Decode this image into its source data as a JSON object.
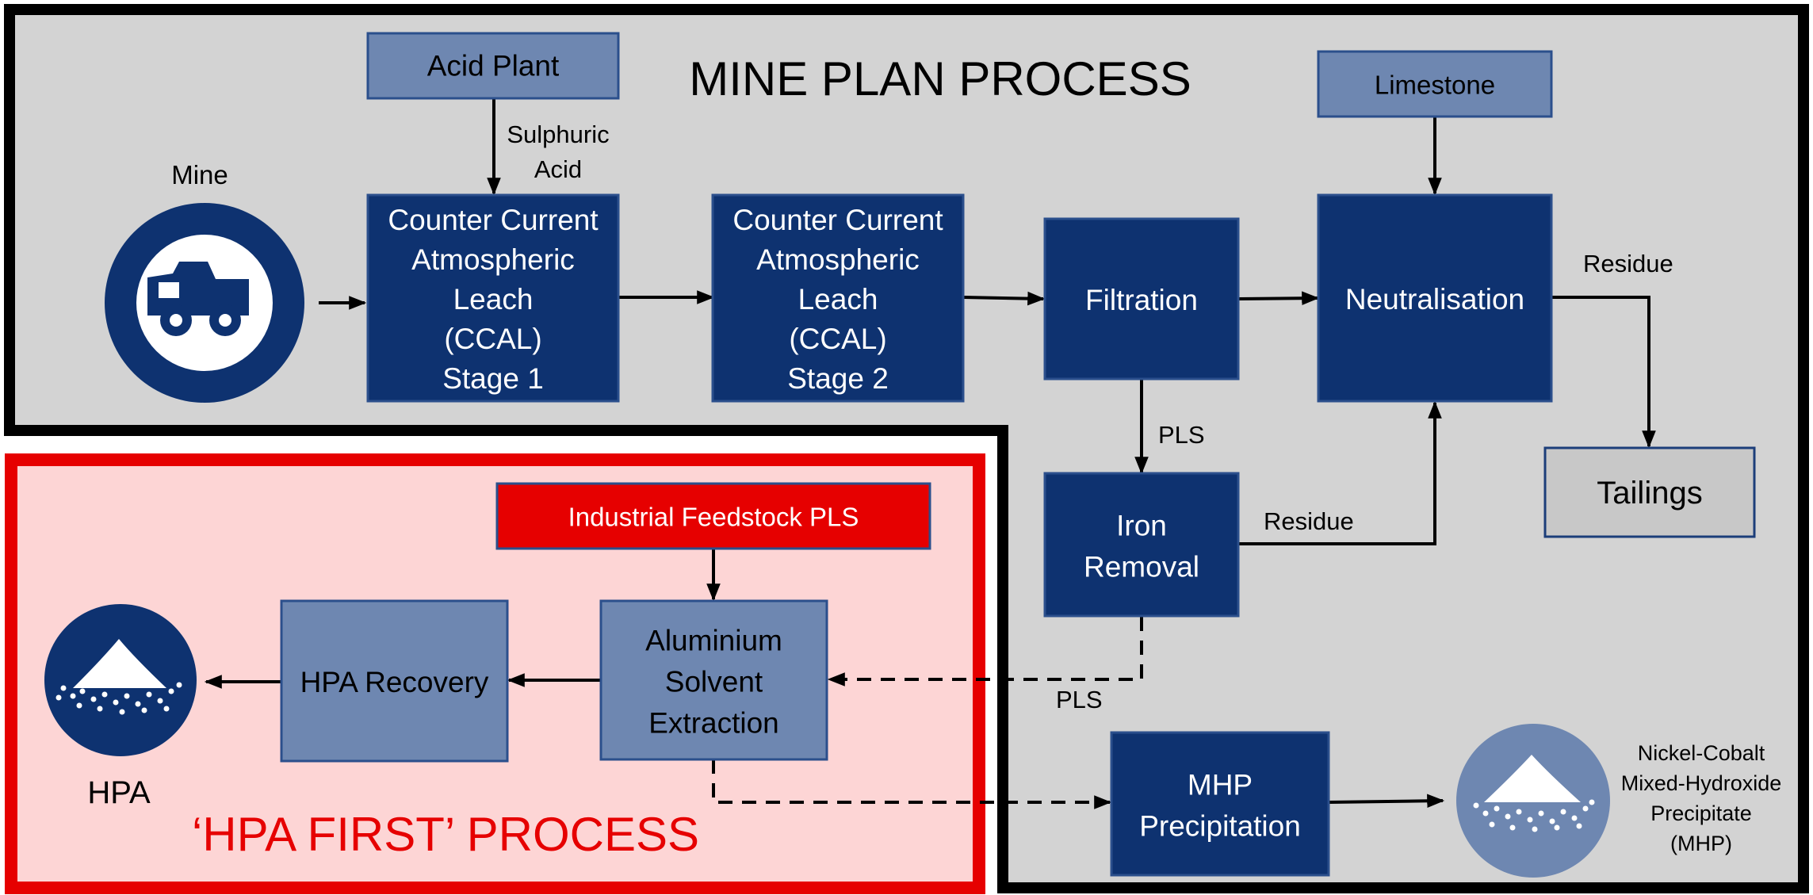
{
  "mine_plan": {
    "title": "MINE PLAN PROCESS"
  },
  "hpa_first": {
    "title": "‘HPA FIRST’ PROCESS"
  },
  "nodes": {
    "mine": {
      "label": "Mine",
      "icon": "dump-truck-icon"
    },
    "acid_plant": {
      "lines": [
        "Acid Plant"
      ]
    },
    "ccal1": {
      "lines": [
        "Counter Current",
        "Atmospheric",
        "Leach",
        "(CCAL)",
        "Stage 1"
      ]
    },
    "ccal2": {
      "lines": [
        "Counter Current",
        "Atmospheric",
        "Leach",
        "(CCAL)",
        "Stage 2"
      ]
    },
    "filtration": {
      "lines": [
        "Filtration"
      ]
    },
    "limestone": {
      "lines": [
        "Limestone"
      ]
    },
    "neutralisation": {
      "lines": [
        "Neutralisation"
      ]
    },
    "tailings": {
      "lines": [
        "Tailings"
      ]
    },
    "iron_removal": {
      "lines": [
        "Iron",
        "Removal"
      ]
    },
    "industrial_feedstock": {
      "lines": [
        "Industrial Feedstock PLS"
      ]
    },
    "aluminium_sx": {
      "lines": [
        "Aluminium",
        "Solvent",
        "Extraction"
      ]
    },
    "hpa_recovery": {
      "lines": [
        "HPA Recovery"
      ]
    },
    "hpa_product": {
      "label": "HPA",
      "icon": "powder-pile-icon"
    },
    "mhp_precipitation": {
      "lines": [
        "MHP",
        "Precipitation"
      ]
    },
    "mhp_product": {
      "lines": [
        "Nickel-Cobalt",
        "Mixed-Hydroxide",
        "Precipitate",
        "(MHP)"
      ],
      "icon": "powder-pile-icon"
    }
  },
  "edge_labels": {
    "sulphuric_acid": [
      "Sulphuric",
      "Acid"
    ],
    "pls_filtration": "PLS",
    "residue_iron": "Residue",
    "residue_neutral": "Residue",
    "pls_dashed": "PLS"
  },
  "colors": {
    "dark_blue": "#0e3270",
    "mid_blue": "#6e87b1",
    "light_grey_panel": "#d3d3d3",
    "tailings_grey": "#c8c8c8",
    "red": "#e60000",
    "pink_panel": "#fdd5d5",
    "border_black": "#000000"
  }
}
